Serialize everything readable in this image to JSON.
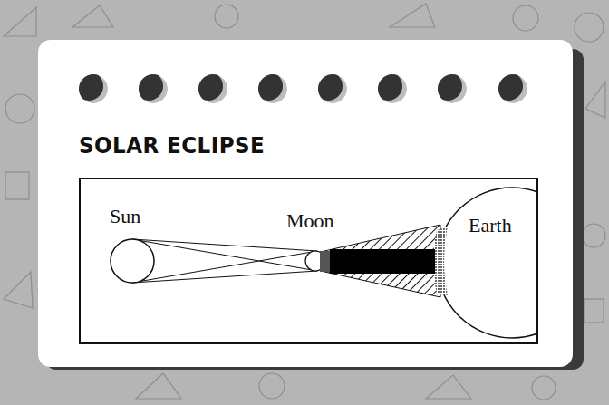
{
  "diagram": {
    "title": "SOLAR ECLIPSE",
    "labels": [
      "Sun",
      "Moon",
      "Earth"
    ]
  }
}
